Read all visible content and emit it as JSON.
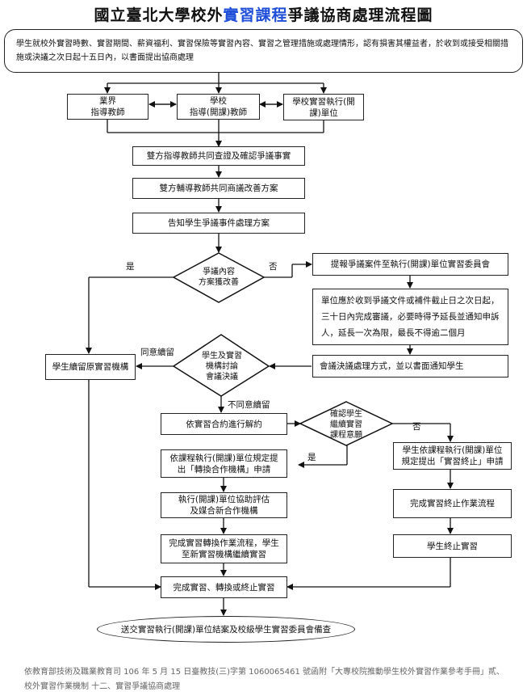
{
  "title": {
    "part1": "國立臺北大學校外",
    "part2": "實習課程",
    "part3": "爭議協商處理流程圖"
  },
  "intro": "學生就校外實習時數、實習期間、薪資福利、實習保險等實習內容、實習之管理措施或處理情形，認有損害其權益者，於收到或接受相關措施或決議之次日起十五日內，以書面提出協商處理",
  "parties": {
    "industry": "業界\n指導教師",
    "school": "學校\n指導(開課)教師",
    "unit": "學校實習執行(開\n課)單位"
  },
  "steps": {
    "verify": "雙方指導教師共同查證及確認爭議事實",
    "consult": "雙方輔導教師共同商議改善方案",
    "notify": "告知學生爭議事件處理方案",
    "propose_committee": "提報爭議案件至執行(開課)單位實習委員會",
    "review": "單位應於收到爭議文件或補件截止日之次日起，三十日內完成審議，必要時得予延長並通知申訴人，延長一次為限，最長不得逾二個月",
    "resolution": "會議決議處理方式，並以書面通知學生",
    "stay": "學生續留原實習機構",
    "terminate_contract": "依實習合約進行解約",
    "transfer_apply": "依課程執行(開課)單位規定提\n出「轉換合作機構」申請",
    "assist": "執行(開課)單位協助評估\n及媒合新合作機構",
    "transfer_done": "完成實習轉換作業流程，學生\n至新實習機構繼續實習",
    "stop_apply": "學生依課程執行(開課)單位\n規定提出「實習終止」申請",
    "stop_done": "完成實習終止作業流程",
    "stop_student": "學生終止實習",
    "complete": "完成實習、轉換或終止實習",
    "final": "送交實習執行(開課)單位結案及校級學生實習委員會備查"
  },
  "decisions": {
    "improved": "爭議內容\n方案獲改善",
    "meeting": "學生及實習\n機構討論\n會議決議",
    "continue": "確認學生\n繼續實習\n課程意願"
  },
  "labels": {
    "yes1": "是",
    "no1": "否",
    "agree": "同意續留",
    "disagree": "不同意續留",
    "no2": "否",
    "yes2": "是"
  },
  "footnote": "依教育部技術及職業教育司 106 年 5 月 15 日臺教技(三)字第 1060065461 號函附「大專校院推動學生校外實習作業參考手冊」貳、校外實習作業機制 十二、實習爭議協商處理"
}
